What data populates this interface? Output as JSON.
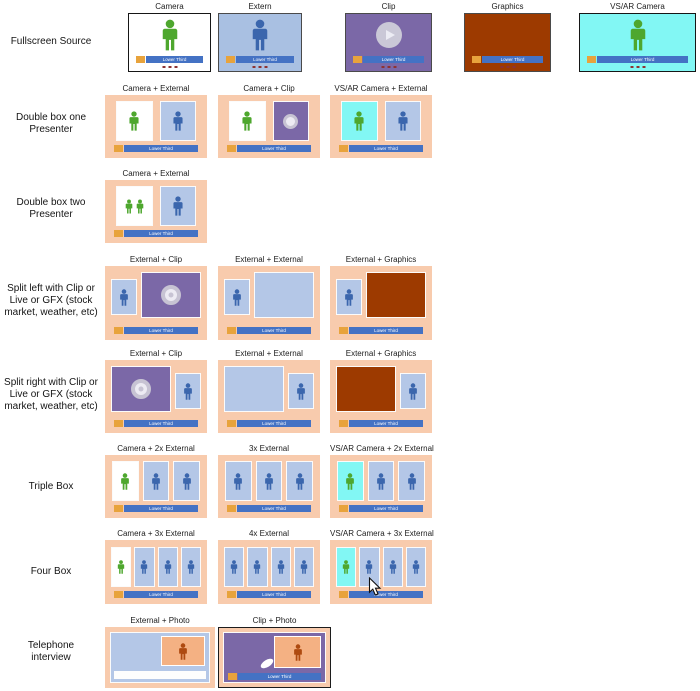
{
  "colors": {
    "peach": "#f8cbad",
    "box_blue": "#b4c7e7",
    "full_blue": "#a9c0e2",
    "cyan": "#82f7f4",
    "purple": "#7b68a7",
    "brown": "#9d3a00",
    "bar_blue": "#4472c4",
    "tag_orange": "#e8a33c",
    "photo_peach": "#f4b183",
    "person_green": "#4ea72e",
    "person_blue": "#3b66ad",
    "person_brown": "#ae4a10"
  },
  "lower_third": {
    "label": "Lower Third"
  },
  "rows": [
    {
      "label": "Fullscreen Source",
      "items": [
        {
          "title": "Camera"
        },
        {
          "title": "Extern"
        },
        {
          "title": "Clip"
        },
        {
          "title": "Graphics"
        },
        {
          "title": "VS/AR Camera"
        }
      ]
    },
    {
      "label": "Double box one Presenter",
      "items": [
        {
          "title": "Camera + External"
        },
        {
          "title": "Camera + Clip"
        },
        {
          "title": "VS/AR Camera + External"
        }
      ]
    },
    {
      "label": "Double box two Presenter",
      "items": [
        {
          "title": "Camera + External"
        }
      ]
    },
    {
      "label": "Split left with Clip or Live or GFX (stock market, weather, etc)",
      "items": [
        {
          "title": "External + Clip"
        },
        {
          "title": "External + External"
        },
        {
          "title": "External + Graphics"
        }
      ]
    },
    {
      "label": "Split right with Clip or Live or GFX (stock market, weather, etc)",
      "items": [
        {
          "title": "External + Clip"
        },
        {
          "title": "External + External"
        },
        {
          "title": "External + Graphics"
        }
      ]
    },
    {
      "label": "Triple Box",
      "items": [
        {
          "title": "Camera + 2x External"
        },
        {
          "title": "3x External"
        },
        {
          "title": "VS/AR Camera + 2x External"
        }
      ]
    },
    {
      "label": "Four Box",
      "items": [
        {
          "title": "Camera + 3x External"
        },
        {
          "title": "4x External"
        },
        {
          "title": "VS/AR Camera + 3x External"
        }
      ]
    },
    {
      "label": "Telephone interview",
      "items": [
        {
          "title": "External + Photo"
        },
        {
          "title": "Clip + Photo"
        }
      ]
    }
  ]
}
